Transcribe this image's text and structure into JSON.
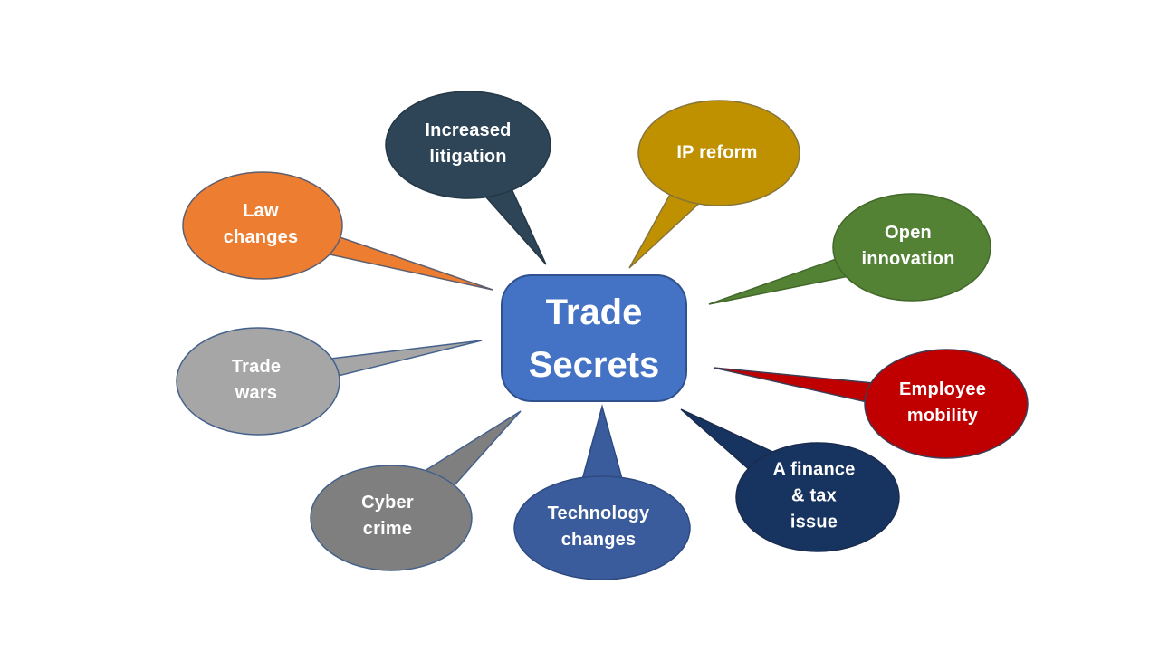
{
  "diagram": {
    "type": "mind-map-callouts",
    "background": "#FFFFFF",
    "text_color": "#FFFFFF",
    "center": {
      "label": "Trade\nSecrets",
      "fill": "#4472C4",
      "stroke": "#2F528F"
    },
    "nodes": [
      {
        "id": "increased-litigation",
        "label": "Increased\nlitigation",
        "fill": "#2E4557",
        "stroke": "#243745"
      },
      {
        "id": "ip-reform",
        "label": "IP reform",
        "fill": "#BF9000",
        "stroke": "#85753D"
      },
      {
        "id": "law-changes",
        "label": "Law\nchanges",
        "fill": "#ED7D31",
        "stroke": "#5E5E6E"
      },
      {
        "id": "open-innovation",
        "label": "Open\ninnovation",
        "fill": "#548235",
        "stroke": "#41682A"
      },
      {
        "id": "trade-wars",
        "label": "Trade\nwars",
        "fill": "#A6A6A6",
        "stroke": "#44618C"
      },
      {
        "id": "employee-mobility",
        "label": "Employee\nmobility",
        "fill": "#C00000",
        "stroke": "#3C3C55"
      },
      {
        "id": "cyber-crime",
        "label": "Cyber\ncrime",
        "fill": "#7F7F7F",
        "stroke": "#44618C"
      },
      {
        "id": "technology-changes",
        "label": "Technology\nchanges",
        "fill": "#3A5C9C",
        "stroke": "#2E4A80"
      },
      {
        "id": "a-finance-tax-issue",
        "label": "A finance\n& tax\nissue",
        "fill": "#17335F",
        "stroke": "#1A2C4E"
      }
    ]
  }
}
